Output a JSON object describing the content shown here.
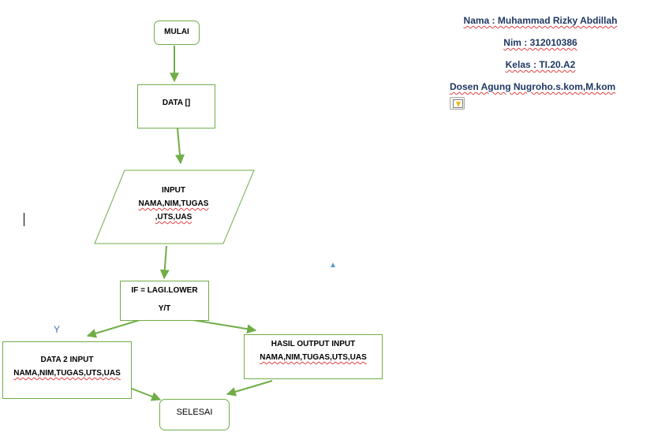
{
  "nodes": {
    "mulai": "MULAI",
    "data": "DATA []",
    "input_line1": "INPUT",
    "input_line2": "NAMA,NIM,TUGAS",
    "input_line3": ",UTS,UAS",
    "if_line1": "IF = LAGI.LOWER",
    "if_line2": "Y/T",
    "data2_line1": "DATA 2 INPUT",
    "data2_line2": "NAMA,NIM,TUGAS,UTS,UAS",
    "hasil_line1": "HASIL OUTPUT INPUT",
    "hasil_line2": "NAMA,NIM,TUGAS,UTS,UAS",
    "selesai": "SELESAI"
  },
  "branch_label": "Y",
  "info": {
    "nama": "Nama : Muhammad Rizky Abdillah",
    "nim": "Nim : 312010386",
    "kelas": "Kelas : TI.20.A2",
    "dosen": "Dosen Agung Nugroho.s.kom,M.kom"
  },
  "colors": {
    "shape_border": "#70ad47",
    "arrow": "#70ad47",
    "info_text": "#1f3864",
    "branch_label": "#4472c4"
  },
  "icons": {
    "paste_options": "paste-options-icon",
    "text_cursor": "text-cursor-icon",
    "marker": "triangle-marker-icon"
  }
}
